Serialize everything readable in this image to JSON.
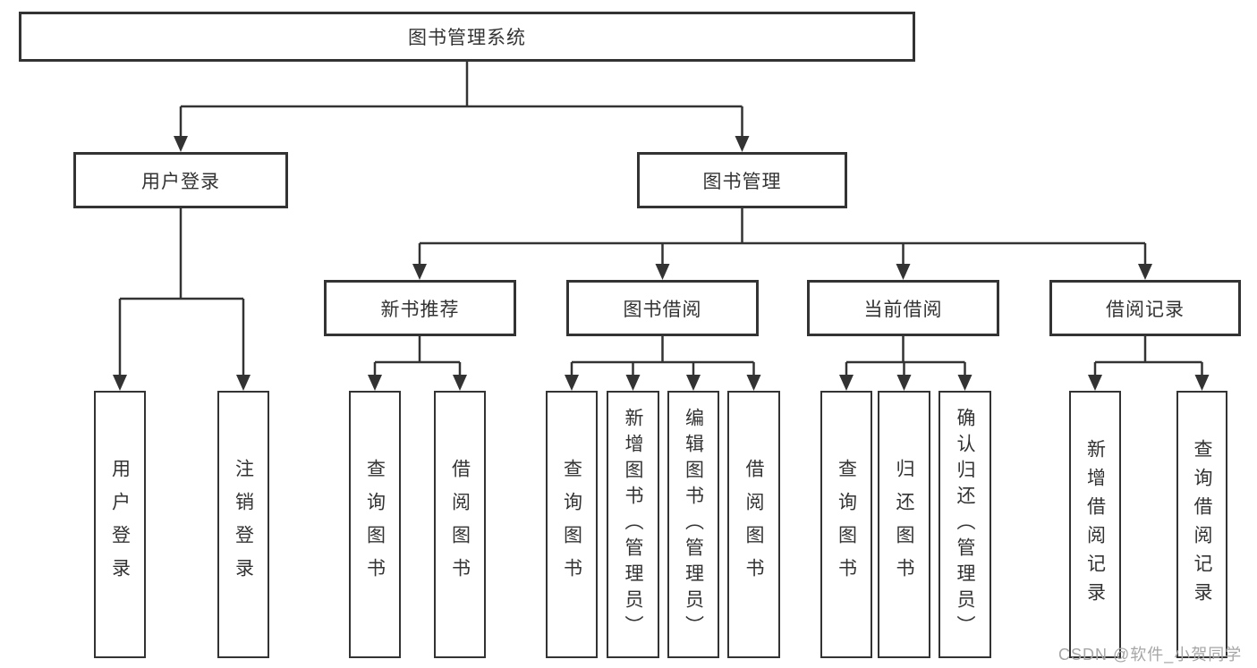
{
  "colors": {
    "line": "#333333",
    "box_border": "#333333",
    "text": "#333333",
    "background": "#ffffff",
    "watermark": "#a6a6a6"
  },
  "diagram_type": "hierarchy-tree",
  "tree": {
    "label": "图书管理系统",
    "children": [
      {
        "label": "用户登录",
        "children": [
          {
            "label": "用户登录"
          },
          {
            "label": "注销登录"
          }
        ]
      },
      {
        "label": "图书管理",
        "children": [
          {
            "label": "新书推荐",
            "children": [
              {
                "label": "查询图书"
              },
              {
                "label": "借阅图书"
              }
            ]
          },
          {
            "label": "图书借阅",
            "children": [
              {
                "label": "查询图书"
              },
              {
                "label": "新增图书（管理员）"
              },
              {
                "label": "编辑图书（管理员）"
              },
              {
                "label": "借阅图书"
              }
            ]
          },
          {
            "label": "当前借阅",
            "children": [
              {
                "label": "查询图书"
              },
              {
                "label": "归还图书"
              },
              {
                "label": "确认归还（管理员）"
              }
            ]
          },
          {
            "label": "借阅记录",
            "children": [
              {
                "label": "新增借阅记录"
              },
              {
                "label": "查询借阅记录"
              }
            ]
          }
        ]
      }
    ]
  },
  "watermark": {
    "text": "CSDN @软件_小贺同学"
  }
}
